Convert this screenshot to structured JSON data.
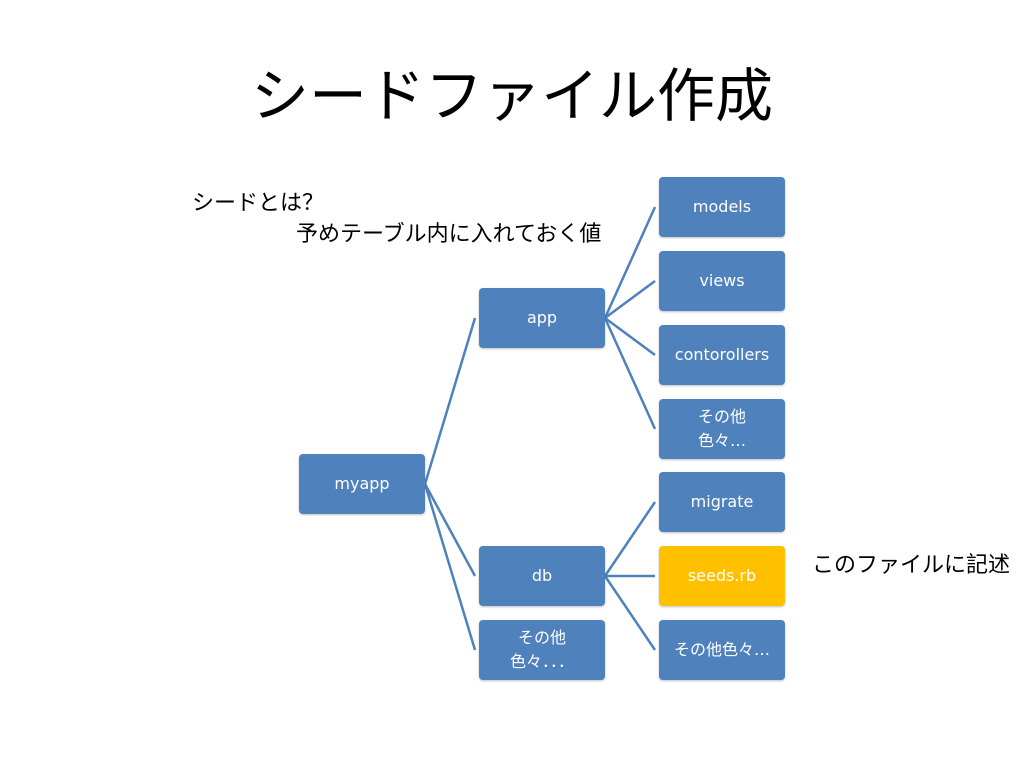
{
  "title": "シードファイル作成",
  "notes": {
    "question": "シードとは？",
    "answer": "予めテーブル内に入れておく値",
    "seeds_note": "このファイルに記述"
  },
  "colors": {
    "node_fill": "#4f81bd",
    "highlight_fill": "#ffc000",
    "line": "#4f81bd"
  },
  "tree": {
    "root": "myapp",
    "app": {
      "label": "app",
      "children": {
        "models": "models",
        "views": "views",
        "contorollers": "contorollers",
        "other_line1": "その他",
        "other_line2": "色々…"
      }
    },
    "db": {
      "label": "db",
      "children": {
        "migrate": "migrate",
        "seeds": "seeds.rb",
        "other": "その他色々…"
      }
    },
    "other": {
      "line1": "その他",
      "line2": "色々．．．"
    }
  }
}
